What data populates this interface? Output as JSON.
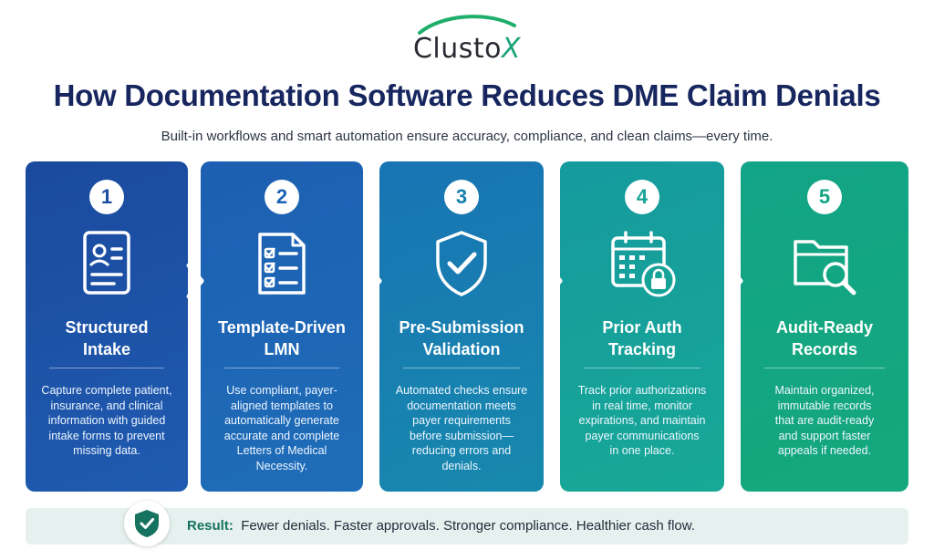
{
  "brand": {
    "name_prefix": "Clusto",
    "name_suffix": "X",
    "logo_icon": "clustox-logo-icon"
  },
  "header": {
    "title": "How Documentation Software Reduces DME Claim Denials",
    "subtitle": "Built-in workflows and smart automation ensure accuracy, compliance, and clean claims—every time."
  },
  "colors": {
    "navy": "#17265e",
    "card1": "#1b4fa3",
    "card2": "#1d63b4",
    "card3": "#1680ad",
    "card4": "#17a398",
    "card5": "#12a682",
    "result_accent": "#16735f"
  },
  "steps": [
    {
      "number": "1",
      "title_line1": "Structured",
      "title_line2": "Intake",
      "icon": "id-card-document-icon",
      "desc": [
        "Capture complete patient,",
        "insurance, and clinical",
        "information with guided",
        "intake forms to prevent",
        "missing data."
      ]
    },
    {
      "number": "2",
      "title_line1": "Template-Driven",
      "title_line2": "LMN",
      "icon": "checklist-document-icon",
      "desc": [
        "Use compliant, payer-",
        "aligned templates to",
        "automatically generate",
        "accurate and complete",
        "Letters of Medical",
        "Necessity."
      ]
    },
    {
      "number": "3",
      "title_line1": "Pre-Submission",
      "title_line2": "Validation",
      "icon": "shield-check-icon",
      "desc": [
        "Automated checks ensure",
        "documentation meets",
        "payer requirements",
        "before submission—",
        "reducing errors and",
        "denials."
      ]
    },
    {
      "number": "4",
      "title_line1": "Prior Auth",
      "title_line2": "Tracking",
      "icon": "calendar-lock-icon",
      "desc": [
        "Track prior authorizations",
        "in real time, monitor",
        "expirations, and maintain",
        "payer communications",
        "in one place."
      ]
    },
    {
      "number": "5",
      "title_line1": "Audit-Ready",
      "title_line2": "Records",
      "icon": "folder-search-icon",
      "desc": [
        "Maintain organized,",
        "immutable records",
        "that are audit-ready",
        "and support faster",
        "appeals if needed."
      ]
    }
  ],
  "result": {
    "label": "Result:",
    "text": "Fewer denials. Faster approvals. Stronger compliance. Healthier cash flow.",
    "icon": "shield-check-icon"
  }
}
